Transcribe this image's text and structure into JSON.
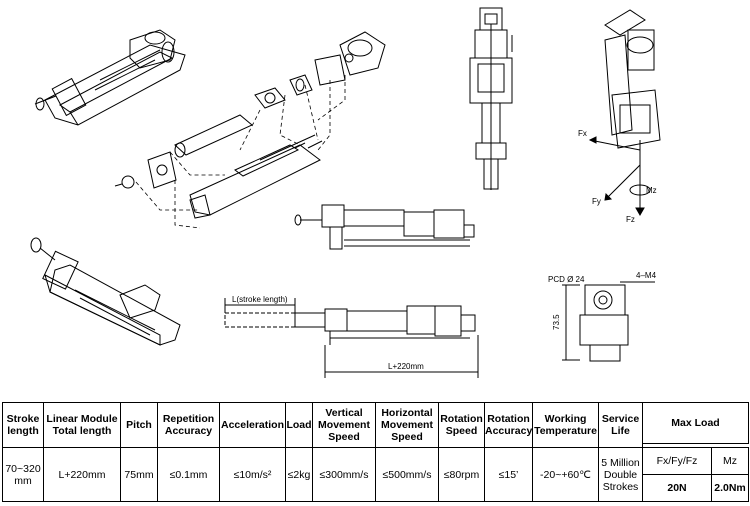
{
  "drawing": {
    "stroke_length_label": "L(stroke length)",
    "total_length_label": "L+220mm",
    "pcd_label": "PCD Ø 24",
    "holes_label": "4–M4",
    "height_label": "73.5",
    "force_labels": {
      "fx": "Fx",
      "fy": "Fy",
      "fz": "Fz",
      "mz": "Mz"
    }
  },
  "table": {
    "headers": [
      "Stroke length",
      "Linear Module Total length",
      "Pitch",
      "Repetition Accuracy",
      "Acceleration",
      "Load",
      "Vertical Movement Speed",
      "Horizontal Movement Speed",
      "Rotation Speed",
      "Rotation Accuracy",
      "Working Temperature",
      "Service Life",
      "Max Load"
    ],
    "values": [
      "70~320 mm",
      "L+220mm",
      "75mm",
      "≤0.1mm",
      "≤10m/s²",
      "≤2kg",
      "≤300mm/s",
      "≤500mm/s",
      "≤80rpm",
      "≤15’",
      "-20~+60℃",
      "5 Million Double Strokes"
    ],
    "max_load": {
      "force_header": "Fx/Fy/Fz",
      "moment_header": "Mz",
      "force_value": "20N",
      "moment_value": "2.0Nm"
    }
  }
}
